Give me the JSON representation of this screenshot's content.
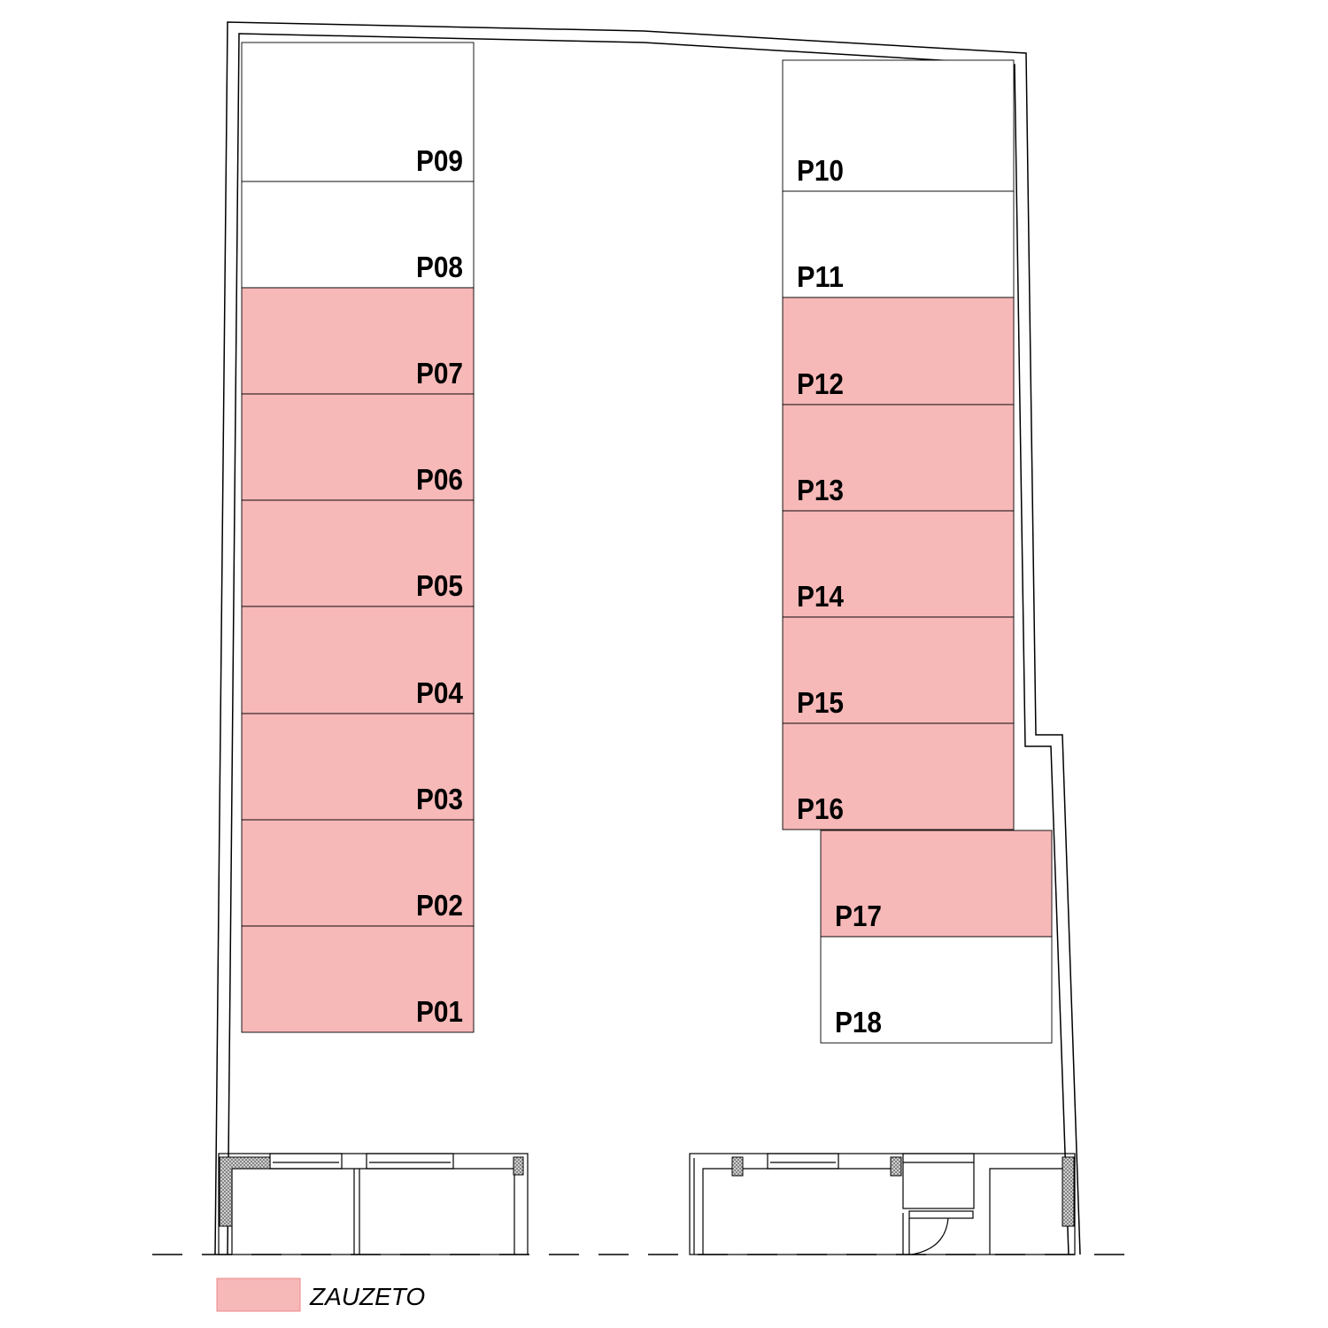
{
  "plan": {
    "spots": [
      {
        "label": "P09",
        "occupied": false
      },
      {
        "label": "P08",
        "occupied": false
      },
      {
        "label": "P07",
        "occupied": true
      },
      {
        "label": "P06",
        "occupied": true
      },
      {
        "label": "P05",
        "occupied": true
      },
      {
        "label": "P04",
        "occupied": true
      },
      {
        "label": "P03",
        "occupied": true
      },
      {
        "label": "P02",
        "occupied": true
      },
      {
        "label": "P01",
        "occupied": true
      },
      {
        "label": "P10",
        "occupied": false
      },
      {
        "label": "P11",
        "occupied": false
      },
      {
        "label": "P12",
        "occupied": true
      },
      {
        "label": "P13",
        "occupied": true
      },
      {
        "label": "P14",
        "occupied": true
      },
      {
        "label": "P15",
        "occupied": true
      },
      {
        "label": "P16",
        "occupied": true
      },
      {
        "label": "P17",
        "occupied": true
      },
      {
        "label": "P18",
        "occupied": false
      }
    ]
  },
  "legend": {
    "label": "ZAUZETO",
    "color": "#f7b8b8"
  },
  "colors": {
    "occupied": "#f7b8b8",
    "free": "#ffffff",
    "line": "#000000"
  }
}
